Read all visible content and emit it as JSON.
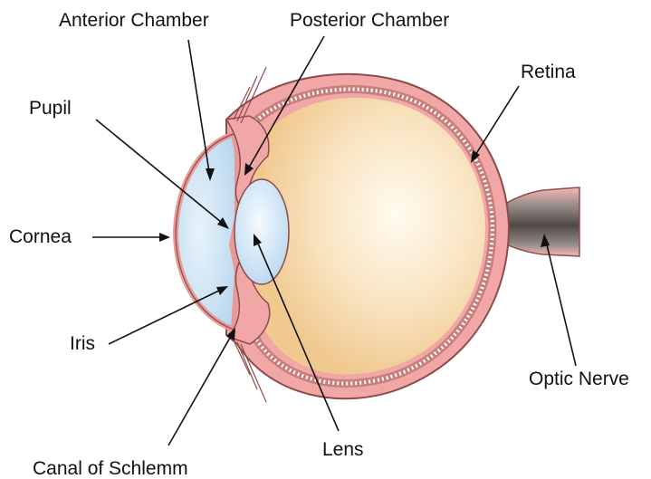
{
  "labels": {
    "anterior_chamber": "Anterior Chamber",
    "posterior_chamber": "Posterior Chamber",
    "retina": "Retina",
    "pupil": "Pupil",
    "cornea": "Cornea",
    "iris": "Iris",
    "canal_of_schlemm": "Canal of Schlemm",
    "lens": "Lens",
    "optic_nerve": "Optic Nerve"
  },
  "colors": {
    "sclera": "#f0a7a6",
    "sclera_outline": "#8e4b4c",
    "vitreous_center": "#fff9ea",
    "vitreous_edge": "#f0cf9a",
    "cornea_fill": "#c9e2f3",
    "lens_fill": "#d4e8f7",
    "optic_nerve_core": "#5d5652"
  }
}
